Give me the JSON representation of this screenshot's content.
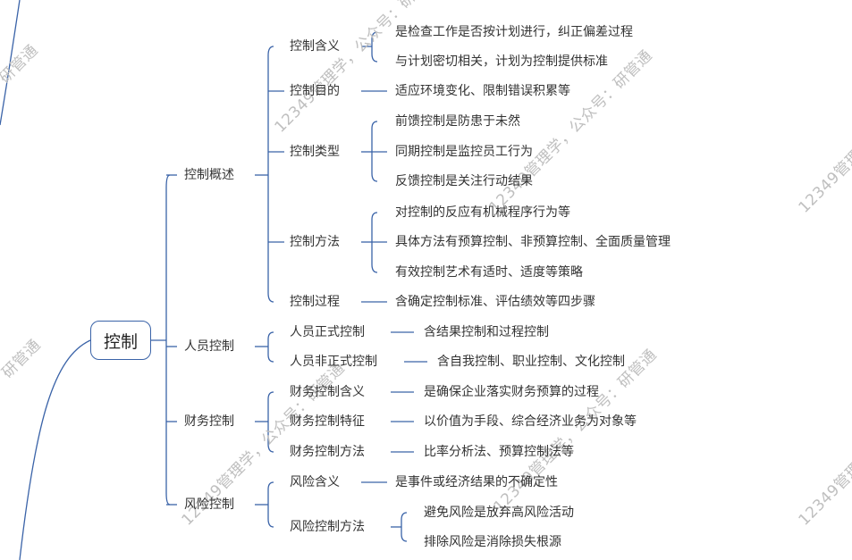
{
  "root": {
    "label": "控制"
  },
  "branches": {
    "overview": {
      "label": "控制概述",
      "meaning": {
        "label": "控制含义",
        "items": [
          "是检查工作是否按计划进行，纠正偏差过程",
          "与计划密切相关，计划为控制提供标准"
        ]
      },
      "purpose": {
        "label": "控制目的",
        "items": [
          "适应环境变化、限制错误积累等"
        ]
      },
      "types": {
        "label": "控制类型",
        "items": [
          "前馈控制是防患于未然",
          "同期控制是监控员工行为",
          "反馈控制是关注行动结果"
        ]
      },
      "methods": {
        "label": "控制方法",
        "items": [
          "对控制的反应有机械程序行为等",
          "具体方法有预算控制、非预算控制、全面质量管理",
          "有效控制艺术有适时、适度等策略"
        ]
      },
      "process": {
        "label": "控制过程",
        "items": [
          "含确定控制标准、评估绩效等四步骤"
        ]
      }
    },
    "personnel": {
      "label": "人员控制",
      "formal": {
        "label": "人员正式控制",
        "items": [
          "含结果控制和过程控制"
        ]
      },
      "informal": {
        "label": "人员非正式控制",
        "items": [
          "含自我控制、职业控制、文化控制"
        ]
      }
    },
    "finance": {
      "label": "财务控制",
      "meaning": {
        "label": "财务控制含义",
        "items": [
          "是确保企业落实财务预算的过程"
        ]
      },
      "features": {
        "label": "财务控制特征",
        "items": [
          "以价值为手段、综合经济业务为对象等"
        ]
      },
      "methods": {
        "label": "财务控制方法",
        "items": [
          "比率分析法、预算控制法等"
        ]
      }
    },
    "risk": {
      "label": "风险控制",
      "meaning": {
        "label": "风险含义",
        "items": [
          "是事件或经济结果的不确定性"
        ]
      },
      "methods": {
        "label": "风险控制方法",
        "items": [
          "避免风险是放弃高风险活动",
          "排除风险是消除损失根源"
        ]
      }
    }
  },
  "watermarks": [
    "12349管理学，公众号：研管通",
    "研管通",
    "12349管理学",
    "12349管理学，公众号：研管通",
    "研管通",
    "12349管理学，公众号：研管通",
    "12349管理学",
    "12349管理学，公众号：研管通"
  ],
  "colors": {
    "line": "#3a63a8",
    "text": "#333333",
    "watermark": "#bfbfbf"
  }
}
